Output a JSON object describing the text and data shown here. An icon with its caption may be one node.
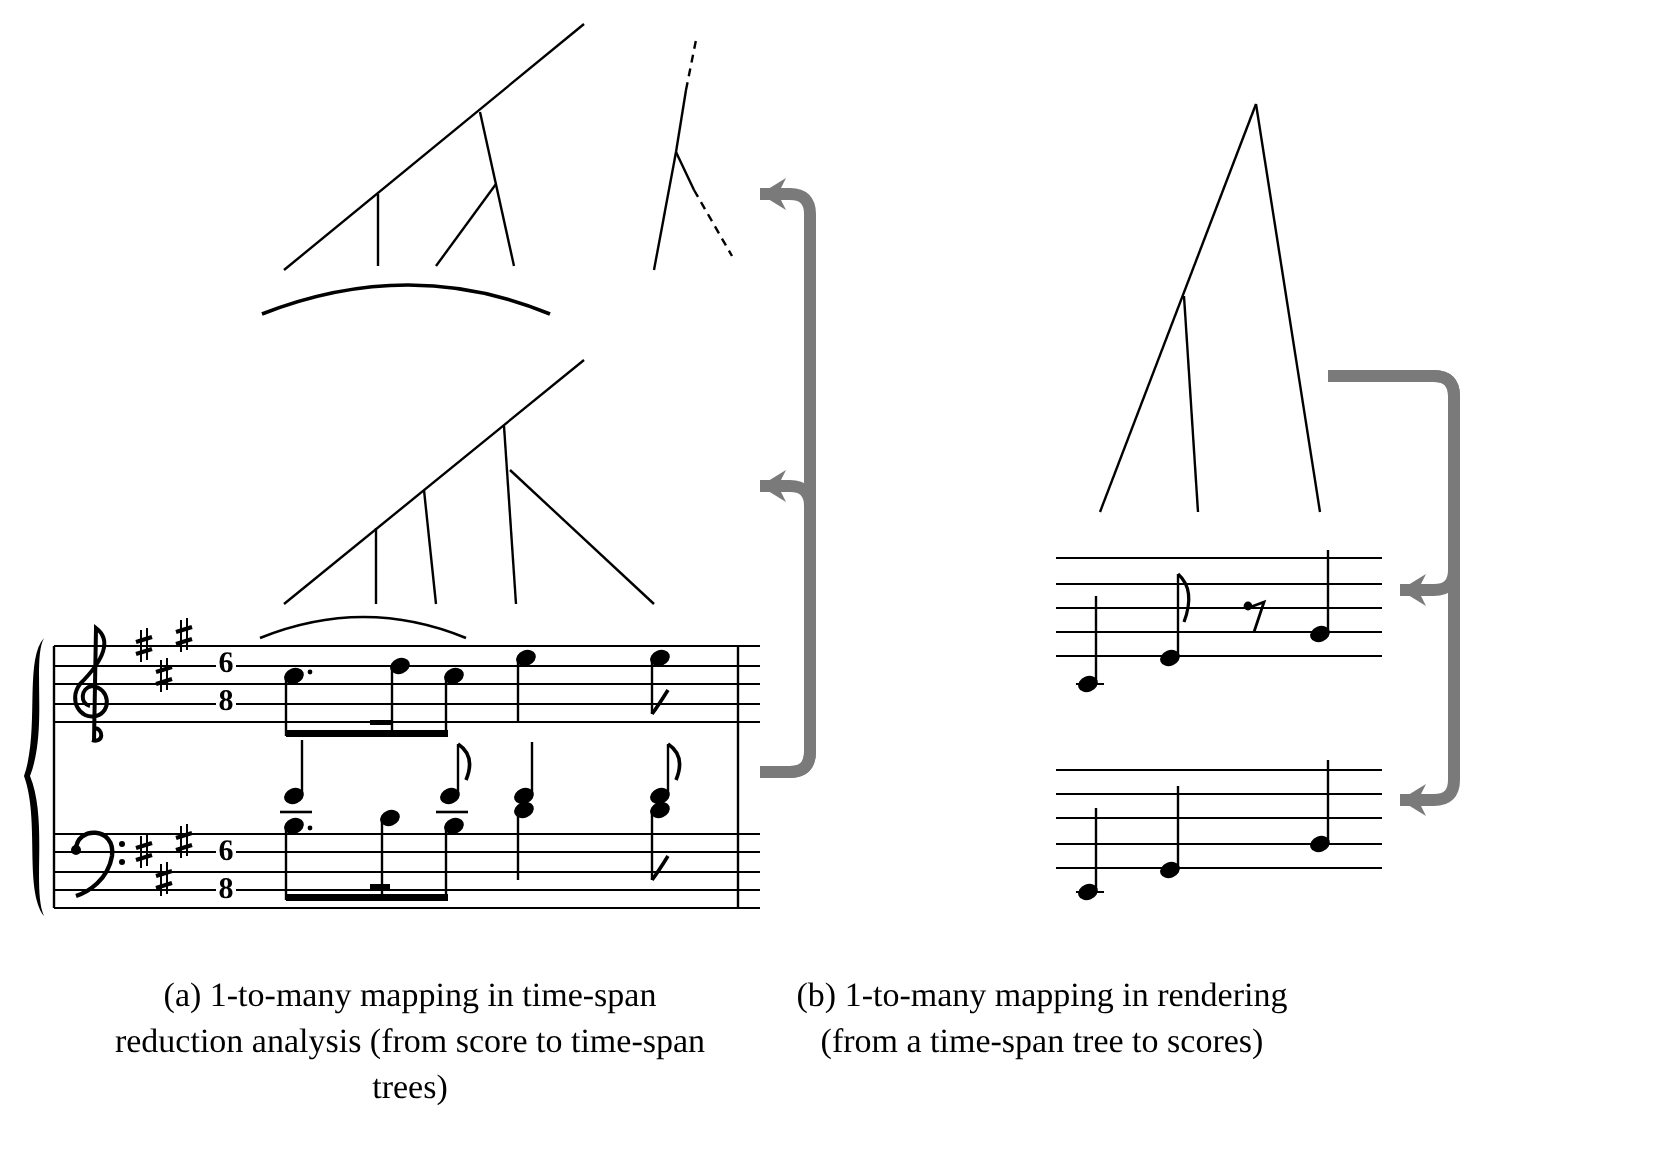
{
  "diagram": {
    "nodes": [
      {
        "text": [],
        "shape": "picture"
      },
      {
        "text": [],
        "shape": "picture"
      },
      {
        "text": [],
        "shape": "picture"
      },
      {
        "text": [],
        "shape": "picture"
      },
      {
        "text": [],
        "shape": "picture"
      },
      {
        "text": [],
        "shape": "picture"
      }
    ],
    "edges": [
      {
        "from": 2,
        "to": 0,
        "arrow": "to"
      },
      {
        "from": 2,
        "to": 1,
        "arrow": "to"
      },
      {
        "from": 3,
        "to": 4,
        "arrow": "to"
      },
      {
        "from": 3,
        "to": 5,
        "arrow": "to"
      }
    ],
    "labels": [
      "6",
      "8",
      "6",
      "8",
      "(a) 1-to-many mapping in time-span reduction analysis (from score to time-span trees)",
      "(b) 1-to-many mapping in rendering (from a time-span tree to scores)"
    ]
  }
}
